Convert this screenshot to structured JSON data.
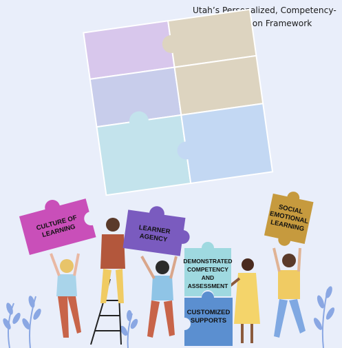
{
  "title": {
    "line1": "Utah’s Personalized, Competency-",
    "line2": "Based Education Framework"
  },
  "pieces": {
    "culture": [
      "CULTURE OF",
      "LEARNING"
    ],
    "agency": [
      "LEARNER",
      "AGENCY"
    ],
    "competency": [
      "DEMONSTRATED",
      "COMPETENCY",
      "AND",
      "ASSESSMENT"
    ],
    "supports": [
      "CUSTOMIZED",
      "SUPPORTS"
    ],
    "sel": [
      "SOCIAL",
      "EMOTIONAL",
      "LEARNING"
    ]
  },
  "colors": {
    "background": "#e9eefa",
    "lavender": "#d8c7ec",
    "periwinkle": "#c8cdeb",
    "beige": "#ddd4c0",
    "lightblue": "#c3e3ec",
    "skyblue": "#c3d8f3",
    "magenta": "#c94fb9",
    "violet": "#7a5bbf",
    "teal": "#9fd9e0",
    "blue": "#5b8fd0",
    "gold": "#c69a3e",
    "leaf": "#8aa7e3"
  }
}
